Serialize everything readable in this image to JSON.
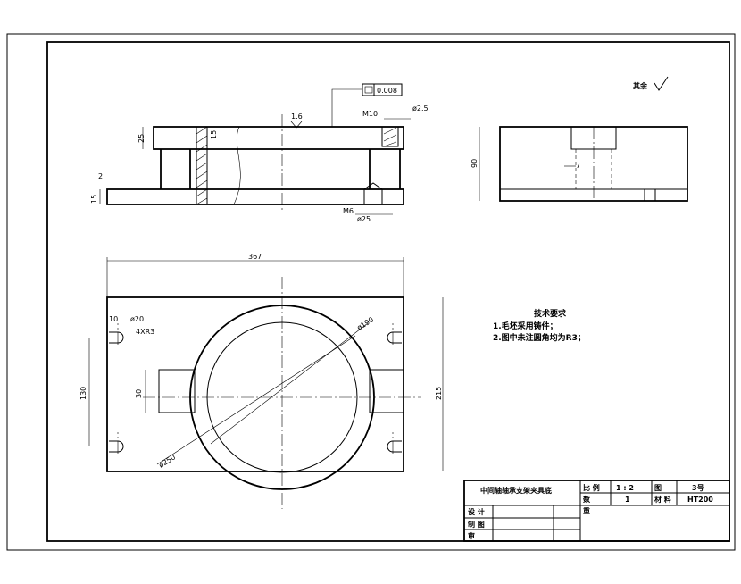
{
  "dimensions": {
    "flatness_tol": "0.008",
    "roughness_top": "1.6",
    "m10": "M10",
    "d25_top": "ø2.5",
    "dim_25": "25",
    "dim_15a": "15",
    "dim_2": "2",
    "dim_15b": "15",
    "m6": "M6",
    "d25_bottom": "ø25",
    "dim_90": "90",
    "dim_7": "7",
    "dim_367": "367",
    "dim_10": "10",
    "r2": "ø20",
    "hole_note": "4XR3",
    "dim_130": "130",
    "dim_30": "30",
    "dim_215": "215",
    "d_outer": "ø250",
    "d_inner": "ø190"
  },
  "surface_finish": {
    "label": "其余"
  },
  "notes": {
    "title": "技术要求",
    "items": [
      "1.毛坯采用铸件；",
      "2.图中未注圆角均为R3；"
    ]
  },
  "title_block": {
    "part_name": "中间轴轴承支架夹具底",
    "scale_label": "比  例",
    "scale_value": "1 : 2",
    "drawing_no_label": "图",
    "drawing_no_value": "3号",
    "qty_label": "数",
    "qty_value": "1",
    "material_label": "材  料",
    "material_value": "HT200",
    "weight_label": "重",
    "design_label": "设  计",
    "draw_label": "制  图",
    "review_label": "审"
  }
}
